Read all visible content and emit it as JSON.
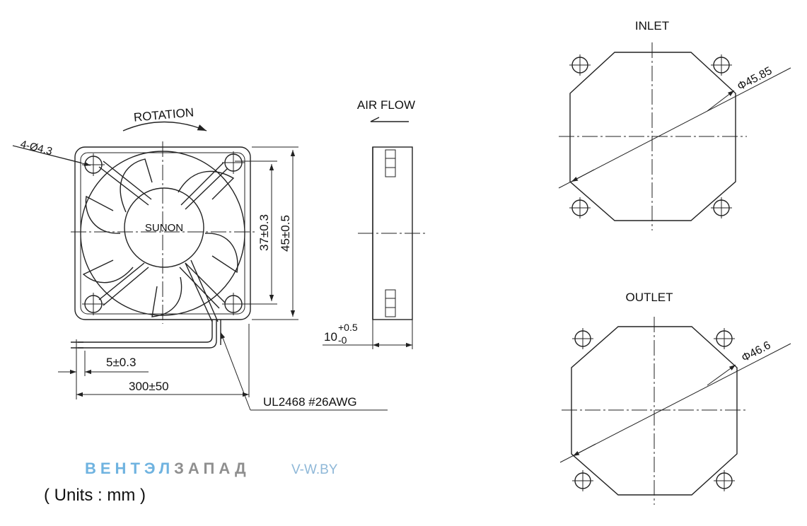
{
  "labels": {
    "rotation": "ROTATION",
    "air_flow": "AIR FLOW",
    "inlet": "INLET",
    "outlet": "OUTLET",
    "brand": "SUNON",
    "hole_spec": "4-Ø4.3",
    "inner_dim": "37±0.3",
    "outer_dim": "45±0.5",
    "thickness_main": "10",
    "thickness_plus": "+0.5",
    "thickness_minus": "-0",
    "strip_dim": "5±0.3",
    "lead_dim": "300±50",
    "wire_spec": "UL2468 #26AWG",
    "inlet_dia": "Φ45.85",
    "outlet_dia": "Φ46.6",
    "units": "( Units : mm )"
  },
  "watermark": {
    "part1": "ВЕНТЭЛ",
    "part2": "ЗАПАД",
    "site": "V-W.BY",
    "color1": "#6fb3e0",
    "color2": "#8f8f8f",
    "color3": "#8fb8d8"
  }
}
